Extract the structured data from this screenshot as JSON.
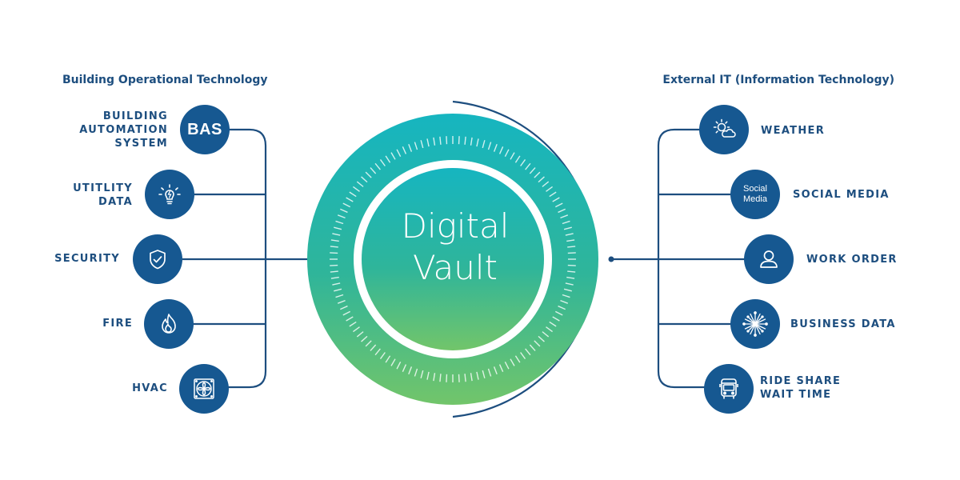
{
  "left_group": {
    "title": "Building Operational Technology",
    "items": [
      {
        "label": "BUILDING\nAUTOMATION\nSYSTEM",
        "icon": "bas-text-icon",
        "icon_text": "BAS"
      },
      {
        "label": "UTITLITY\nDATA",
        "icon": "lightbulb-icon"
      },
      {
        "label": "SECURITY",
        "icon": "shield-check-icon"
      },
      {
        "label": "FIRE",
        "icon": "flame-icon"
      },
      {
        "label": "HVAC",
        "icon": "fan-icon"
      }
    ]
  },
  "right_group": {
    "title": "External IT (Information Technology)",
    "items": [
      {
        "label": "WEATHER",
        "icon": "sun-cloud-icon"
      },
      {
        "label": "SOCIAL MEDIA",
        "icon": "social-media-text-icon",
        "icon_text": "Social\nMedia"
      },
      {
        "label": "WORK ORDER",
        "icon": "person-icon"
      },
      {
        "label": "BUSINESS DATA",
        "icon": "network-burst-icon"
      },
      {
        "label": "RIDE SHARE\nWAIT TIME",
        "icon": "bus-icon"
      }
    ]
  },
  "center": {
    "line1": "Digital",
    "line2": "Vault"
  },
  "colors": {
    "node": "#165891",
    "line": "#1d4e7f",
    "text": "#1d4e7f",
    "gradient_top": "#17b8be",
    "gradient_bottom": "#6cc46c"
  }
}
